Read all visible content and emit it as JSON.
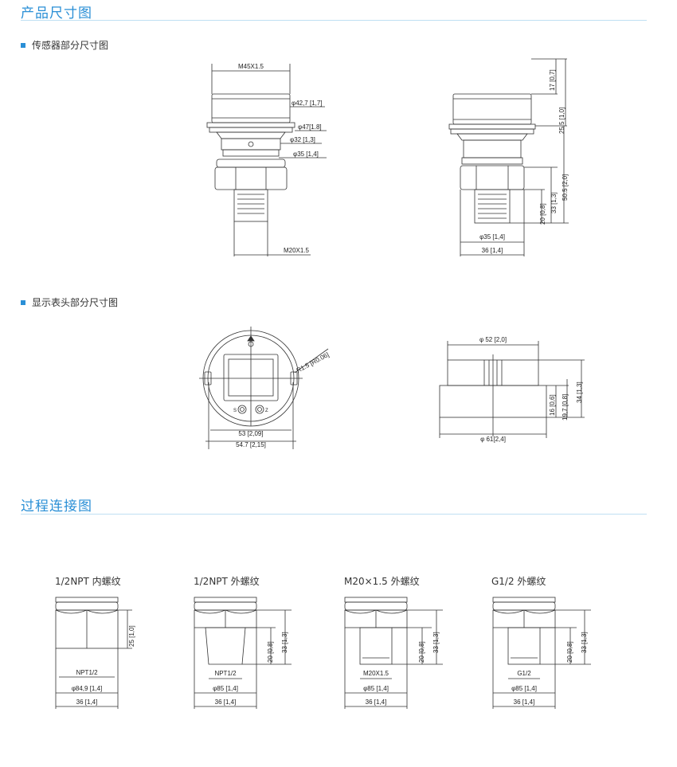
{
  "sections": {
    "dimensions": "产品尺寸图",
    "process": "过程连接图"
  },
  "subsections": {
    "sensor": "传感器部分尺寸图",
    "display": "显示表头部分尺寸图"
  },
  "sensor_front": {
    "top": "M45X1.5",
    "d1": "φ42,7 [1,7]",
    "d2": "φ47[1.8]",
    "d3": "φ32 [1,3]",
    "d4": "φ35 [1,4]",
    "bottom": "M20X1.5"
  },
  "sensor_side": {
    "v1": "17 [0,7]",
    "v2": "25.5 [1,0]",
    "v3": "50.5 [2,0]",
    "v4": "33 [1,3]",
    "v5": "20 [0,8]",
    "d1": "φ35 [1,4]",
    "d2": "36 [1,4]"
  },
  "display_front": {
    "radius": "R1.5 [R0.06]",
    "w1": "53 [2,09]",
    "w2": "54.7 [2,15]",
    "btn_s": "S",
    "btn_z": "Z"
  },
  "display_side": {
    "top": "φ 52 [2,0]",
    "bottom": "φ 61[2,4]",
    "v1": "16 [0,6]",
    "v2": "19,7 [0,8]",
    "v3": "34 [1,3]"
  },
  "connections": [
    {
      "title": "1/2NPT 内螺纹",
      "thread": "NPT1/2",
      "dia": "φ84,9 [1,4]",
      "width": "36 [1,4]",
      "v1": "25 [1,0]",
      "v2": ""
    },
    {
      "title": "1/2NPT 外螺纹",
      "thread": "NPT1/2",
      "dia": "φ85 [1,4]",
      "width": "36 [1,4]",
      "v1": "20 [0,8]",
      "v2": "33 [1,3]"
    },
    {
      "title": "M20×1.5 外螺纹",
      "thread": "M20X1.5",
      "dia": "φ85 [1,4]",
      "width": "36 [1,4]",
      "v1": "20 [0,8]",
      "v2": "33 [1,3]"
    },
    {
      "title": "G1/2 外螺纹",
      "thread": "G1/2",
      "dia": "φ85 [1,4]",
      "width": "36 [1,4]",
      "v1": "20 [0,8]",
      "v2": "33 [1,3]"
    }
  ]
}
